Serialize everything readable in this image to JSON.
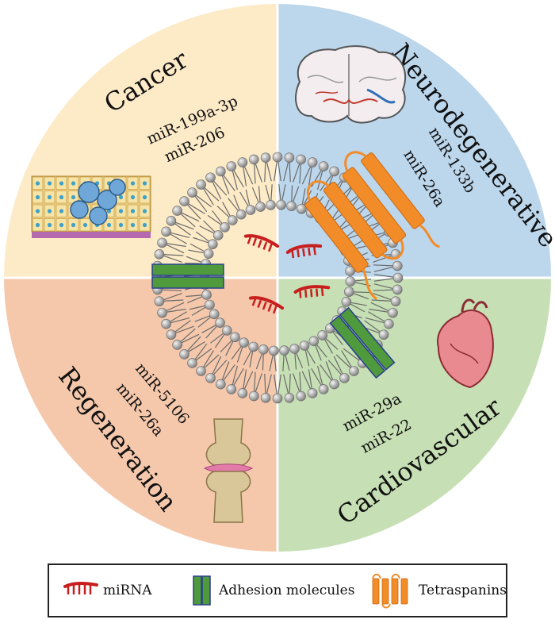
{
  "quadrants": {
    "cancer": {
      "title": "Cancer",
      "mirnas": [
        "miR-199a-3p",
        "miR-206"
      ],
      "color": "#FDEBC8"
    },
    "neuro": {
      "title": "Neurodegenerative",
      "mirnas": [
        "miR-133b",
        "miR-26a"
      ],
      "color": "#BCD6EC"
    },
    "regen": {
      "title": "Regeneration",
      "mirnas": [
        "miR-5106",
        "miR-26a"
      ],
      "color": "#F5C8AC"
    },
    "cardio": {
      "title": "Cardiovascular",
      "mirnas": [
        "miR-29a",
        "miR-22"
      ],
      "color": "#C6DFB4"
    }
  },
  "legend": {
    "mirna_label": "miRNA",
    "adhesion_label": "Adhesion molecules",
    "tetraspanin_label": "Tetraspanins"
  },
  "colors": {
    "mirna": "#C81E1E",
    "adhesion_fill": "#4E9A3C",
    "adhesion_stroke": "#2A3F8F",
    "tetraspanin": "#F28C28",
    "lipid_head": "#9A9A9A",
    "heart": "#E88A90",
    "bone": "#D9C79A"
  }
}
